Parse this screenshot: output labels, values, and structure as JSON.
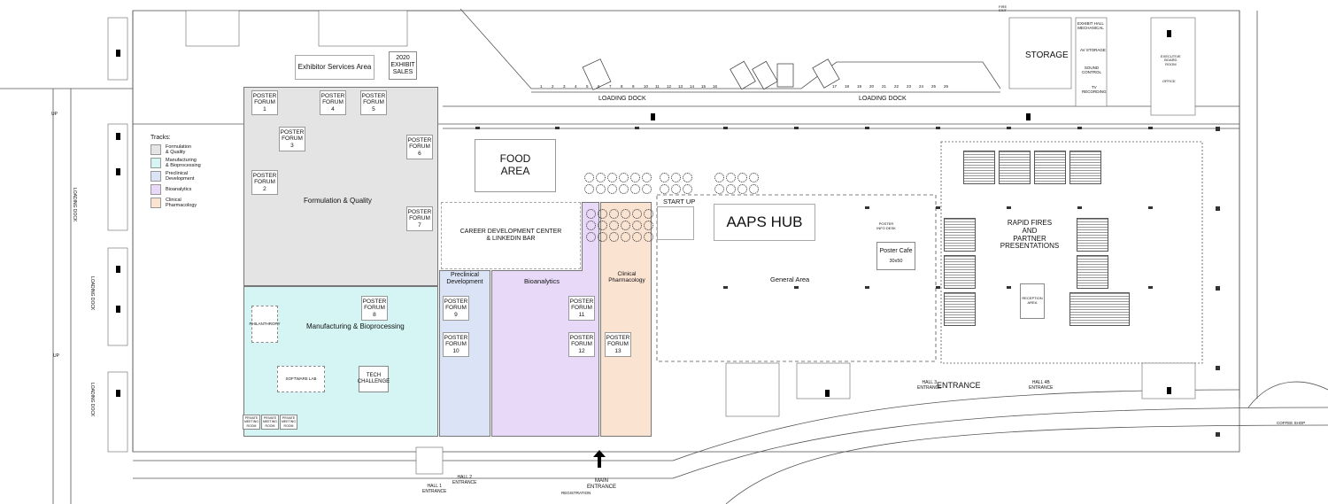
{
  "legend": {
    "title": "Tracks:",
    "items": [
      {
        "label": "Formulation\n& Quality",
        "color": "#e4e4e4"
      },
      {
        "label": "Manufacturing\n& Bioprocessing",
        "color": "#d5f5f5"
      },
      {
        "label": "Preclinical\nDevelopment",
        "color": "#dbe3f6"
      },
      {
        "label": "Bioanalytics",
        "color": "#e7d9f7"
      },
      {
        "label": "Clinical\nPharmacology",
        "color": "#fbe3d2"
      }
    ]
  },
  "areas": {
    "exhibitor_services": "Exhibitor Services Area",
    "exhibit_sales": "2020\nEXHIBIT\nSALES",
    "formulation": "Formulation & Quality",
    "manufacturing": "Manufacturing & Bioprocessing",
    "preclinical": "Preclinical\nDevelopment",
    "bioanalytics": "Bioanalytics",
    "clinical": "Clinical\nPharmacology",
    "food": "FOOD\nAREA",
    "career": "CAREER DEVELOPMENT CENTER\n& LINKEDIN BAR",
    "start_up": "START UP",
    "aaps_hub": "AAPS HUB",
    "general": "General Area",
    "poster_cafe": "Poster Cafe",
    "poster_cafe_size": "30x50",
    "poster_info": "POSTER\nINFO DESK",
    "rapid_fires": "RAPID FIRES\nAND\nPARTNER\nPRESENTATIONS",
    "storage": "STORAGE",
    "loading_dock_1": "LOADING DOCK",
    "loading_dock_2": "LOADING DOCK",
    "loading_dock_v1": "LOADING DOCK",
    "loading_dock_v2": "LOADING DOCK",
    "loading_dock_v3": "LOADING DOCK",
    "entrance": "ENTRANCE",
    "main_entrance": "MAIN\nENTRANCE",
    "hall1": "HALL 1\nENTRANCE",
    "hall2": "HALL 2\nENTRANCE",
    "hall3": "HALL 3\nENTRANCE",
    "hall4b": "HALL 4B\nENTRANCE",
    "philanthropy": "PHILANTHROPY",
    "software_lab": "SOFTWARE LAB",
    "tech_challenge": "TECH\nCHALLENGE",
    "private_meeting": "PRIVATE\nMEETING\nROOM",
    "coffee_shop": "COFFEE SHOP",
    "reception": "RECEPTION\nAREA",
    "registration": "REGISTRATION",
    "up": "UP",
    "exhibit_mech": "EXHIBIT HALL\nMECHANICAL",
    "av_storage": "AV STORAGE",
    "sound_control": "SOUND\nCONTROL",
    "tv_recording": "TV\nRECORDING",
    "executive_board": "EXECUTIVE\nBOARD\nROOM",
    "office": "OFFICE",
    "fire_exit": "FIRE\nEXIT"
  },
  "posters": [
    {
      "label": "POSTER\nFORUM\n1"
    },
    {
      "label": "POSTER\nFORUM\n4"
    },
    {
      "label": "POSTER\nFORUM\n5"
    },
    {
      "label": "POSTER\nFORUM\n3"
    },
    {
      "label": "POSTER\nFORUM\n6"
    },
    {
      "label": "POSTER\nFORUM\n2"
    },
    {
      "label": "POSTER\nFORUM\n7"
    },
    {
      "label": "POSTER\nFORUM\n8"
    },
    {
      "label": "POSTER\nFORUM\n9"
    },
    {
      "label": "POSTER\nFORUM\n10"
    },
    {
      "label": "POSTER\nFORUM\n11"
    },
    {
      "label": "POSTER\nFORUM\n12"
    },
    {
      "label": "POSTER\nFORUM\n13"
    }
  ],
  "dock_numbers_1": [
    "1",
    "2",
    "3",
    "4",
    "5",
    "6",
    "7",
    "8",
    "9",
    "10",
    "11",
    "12",
    "13",
    "14",
    "15",
    "16"
  ],
  "dock_numbers_2": [
    "17",
    "18",
    "19",
    "20",
    "21",
    "22",
    "23",
    "24",
    "25",
    "26"
  ]
}
